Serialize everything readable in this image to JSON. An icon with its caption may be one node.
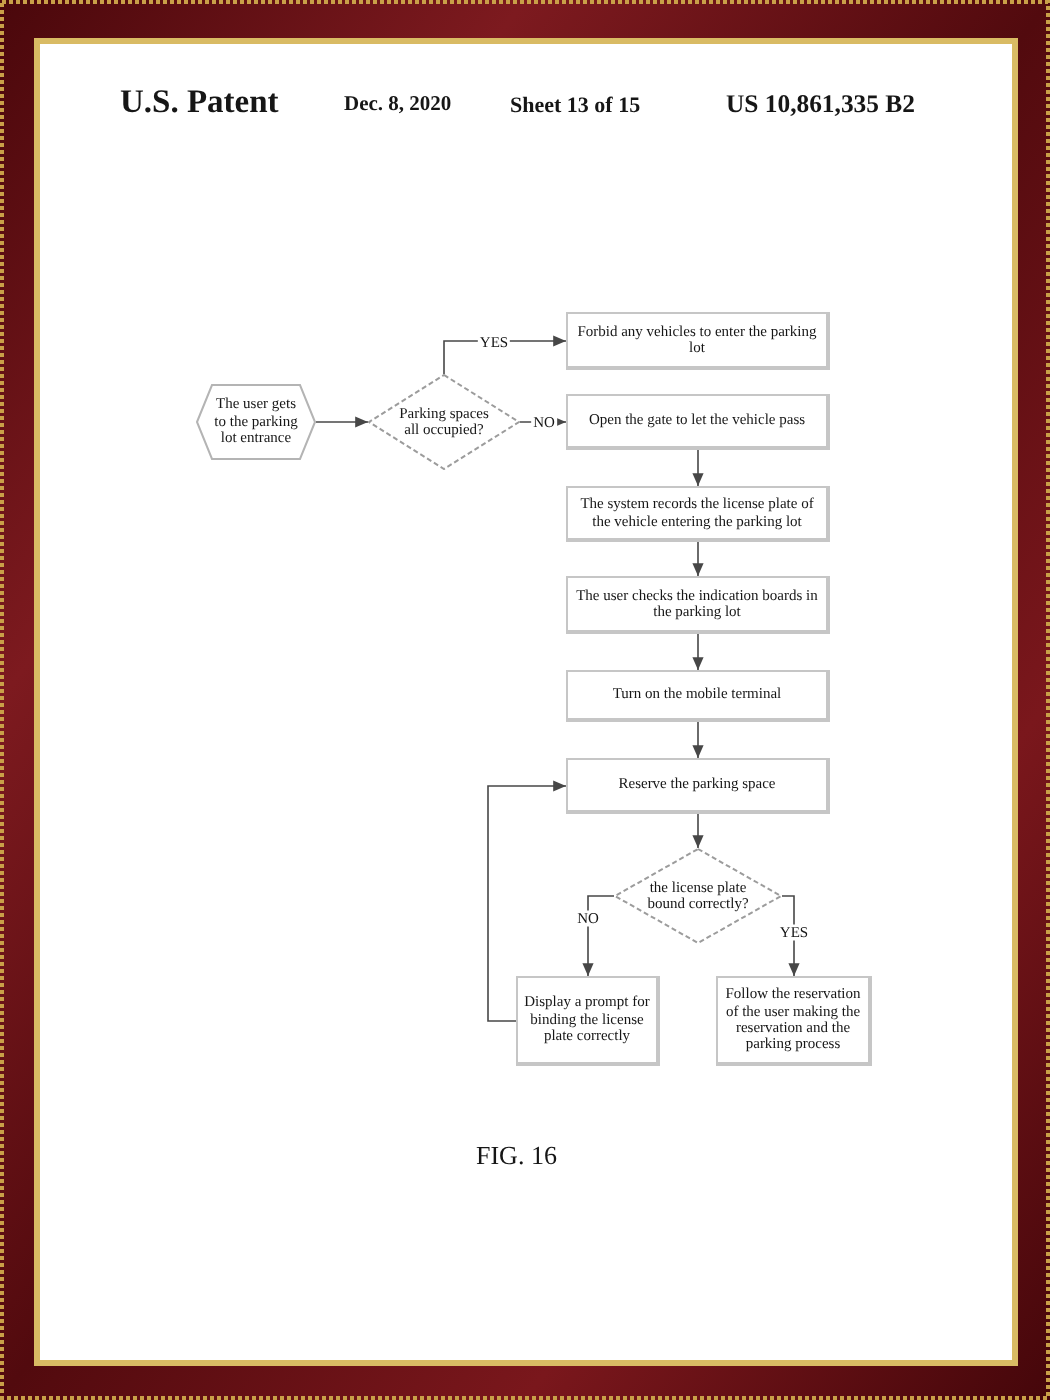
{
  "diagram": {
    "caption": "FIG. 16",
    "nodes": [
      {
        "text": [
          "The user gets to the parking lot entrance"
        ]
      },
      {
        "text": [
          "Parking spaces all occupied?"
        ]
      },
      {
        "text": [
          "Forbid any vehicles to enter the parking lot"
        ]
      },
      {
        "text": [
          "Open the gate to let the vehicle pass"
        ]
      },
      {
        "text": [
          "The system records the license plate of the vehicle entering the parking lot"
        ]
      },
      {
        "text": [
          "The user checks the indication boards in the parking lot"
        ]
      },
      {
        "text": [
          "Turn on the mobile terminal"
        ]
      },
      {
        "text": [
          "Reserve the parking space"
        ]
      },
      {
        "text": [
          "the license plate bound correctly?"
        ]
      },
      {
        "text": [
          "Display a prompt for binding the license plate correctly"
        ]
      },
      {
        "text": [
          "Follow the reservation of the user making the reservation and the parking process"
        ]
      }
    ],
    "edges": [
      {
        "from": 0,
        "to": 1,
        "arrow": "to"
      },
      {
        "from": 1,
        "to": 2,
        "arrow": "to",
        "label": "YES"
      },
      {
        "from": 1,
        "to": 3,
        "arrow": "to",
        "label": "NO"
      },
      {
        "from": 3,
        "to": 4,
        "arrow": "to"
      },
      {
        "from": 4,
        "to": 5,
        "arrow": "to"
      },
      {
        "from": 5,
        "to": 6,
        "arrow": "to"
      },
      {
        "from": 6,
        "to": 7,
        "arrow": "to"
      },
      {
        "from": 7,
        "to": 8,
        "arrow": "to"
      },
      {
        "from": 8,
        "to": 9,
        "arrow": "to",
        "label": "NO"
      },
      {
        "from": 8,
        "to": 10,
        "arrow": "to",
        "label": "YES"
      },
      {
        "from": 9,
        "to": 7,
        "arrow": "to"
      }
    ],
    "labels": [
      "U.S. Patent",
      "Dec. 8, 2020",
      "Sheet 13 of 15",
      "US 10,861,335 B2"
    ]
  }
}
